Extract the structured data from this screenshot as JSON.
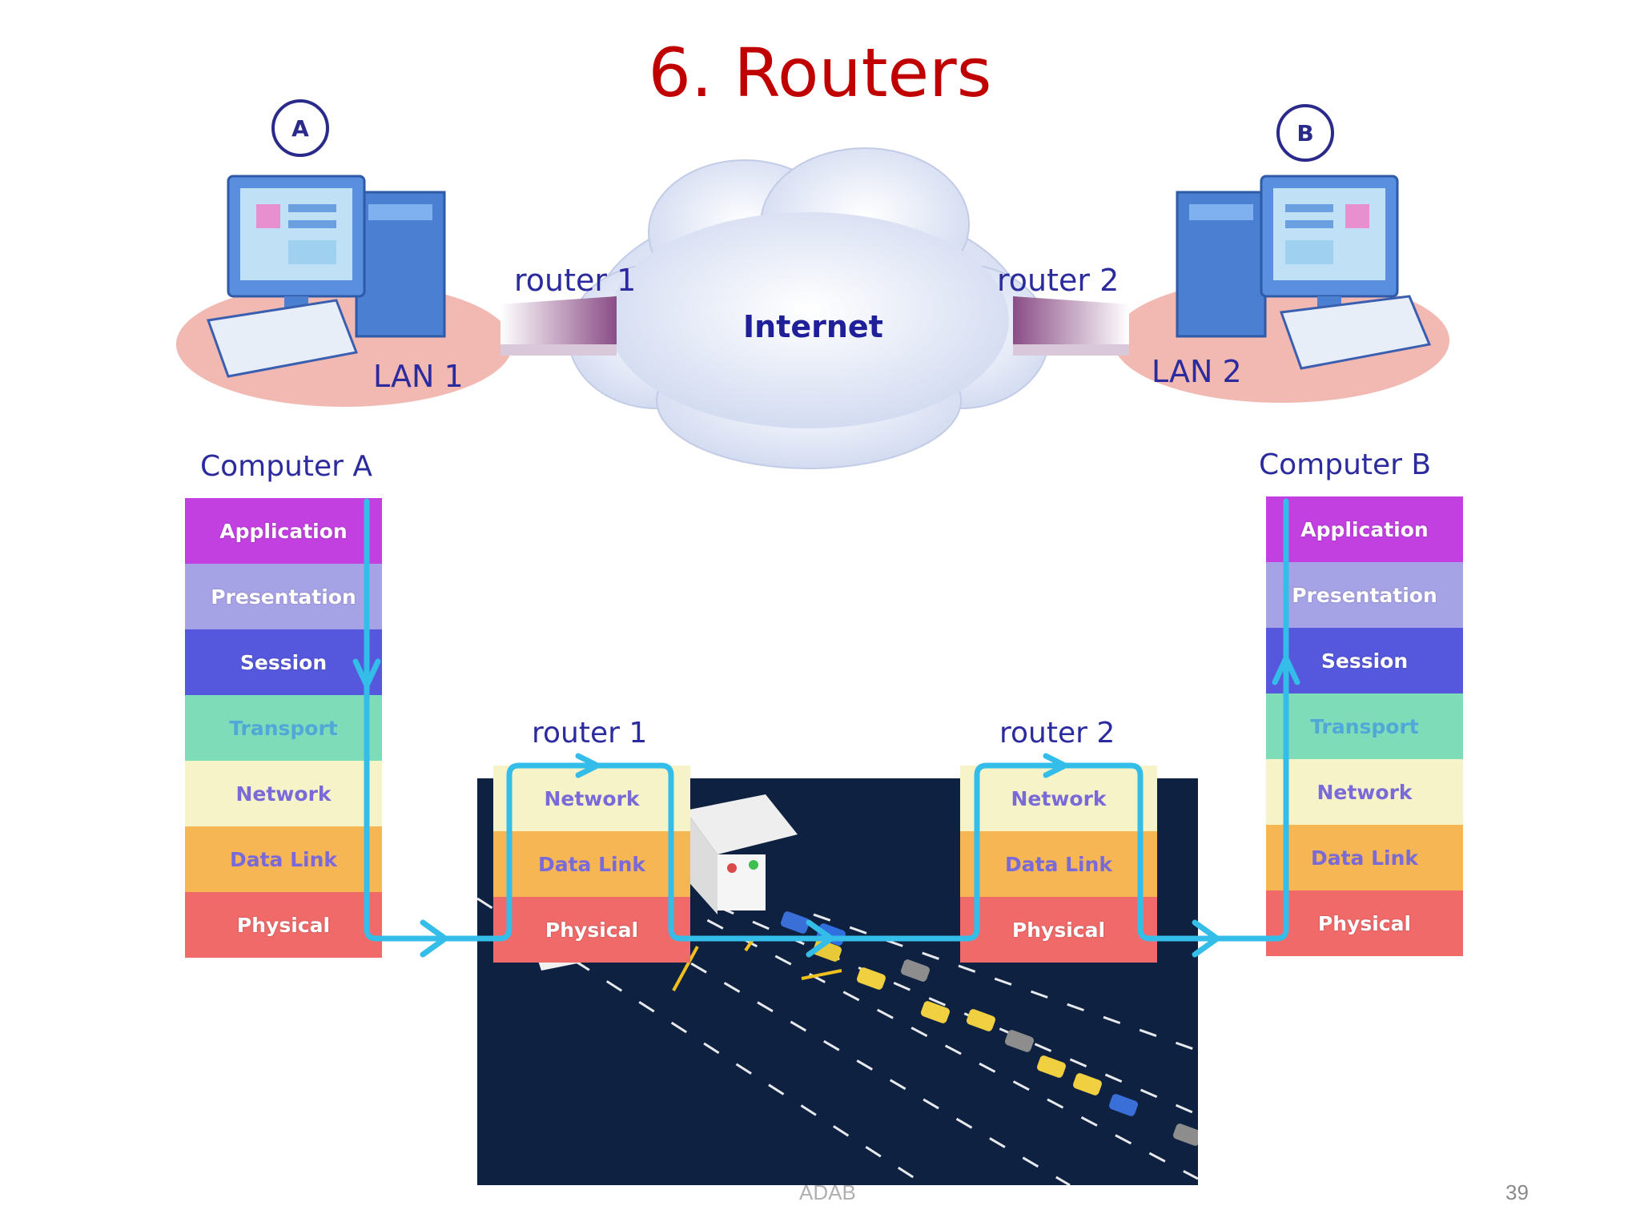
{
  "slide": {
    "title": "6. Routers",
    "footer": "ADAB",
    "page_number": "39"
  },
  "top": {
    "host_a_badge": "A",
    "host_b_badge": "B",
    "lan1_label": "LAN 1",
    "lan2_label": "LAN 2",
    "router1_label": "router 1",
    "router2_label": "router 2",
    "cloud_label": "Internet"
  },
  "stacks": {
    "computer_a": {
      "caption": "Computer A",
      "layers": [
        "Application",
        "Presentation",
        "Session",
        "Transport",
        "Network",
        "Data Link",
        "Physical"
      ]
    },
    "computer_b": {
      "caption": "Computer B",
      "layers": [
        "Application",
        "Presentation",
        "Session",
        "Transport",
        "Network",
        "Data Link",
        "Physical"
      ]
    },
    "router_1": {
      "caption": "router 1",
      "layers": [
        "Network",
        "Data Link",
        "Physical"
      ]
    },
    "router_2": {
      "caption": "router 2",
      "layers": [
        "Network",
        "Data Link",
        "Physical"
      ]
    }
  },
  "colors": {
    "title": "#c00000",
    "path_arrow": "#33bde8",
    "application": "#c23fe0",
    "presentation": "#a6a2e6",
    "session": "#5558dc",
    "transport": "#7fdcb8",
    "network": "#f7f3c9",
    "data_link": "#f7b654",
    "physical": "#f06a6a",
    "lan_disc": "#f2b8b2",
    "road_background": "#0f2140"
  }
}
